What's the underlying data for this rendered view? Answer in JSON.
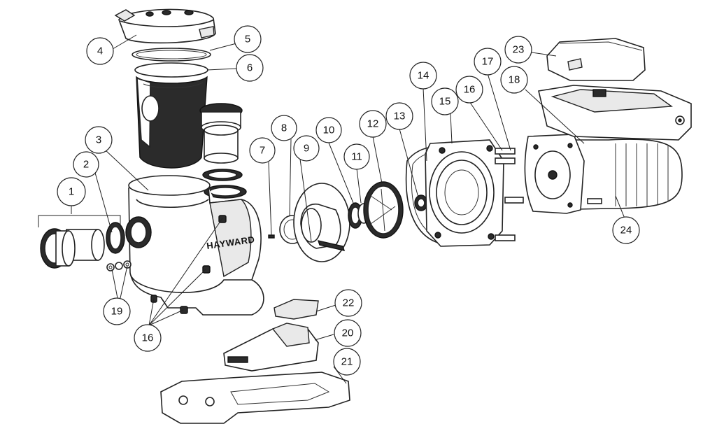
{
  "brand_text": "HAYWARD",
  "callouts": [
    {
      "id": "c1",
      "label": "1"
    },
    {
      "id": "c2",
      "label": "2"
    },
    {
      "id": "c3",
      "label": "3"
    },
    {
      "id": "c4",
      "label": "4"
    },
    {
      "id": "c5",
      "label": "5"
    },
    {
      "id": "c6",
      "label": "6"
    },
    {
      "id": "c7",
      "label": "7"
    },
    {
      "id": "c8",
      "label": "8"
    },
    {
      "id": "c9",
      "label": "9"
    },
    {
      "id": "c10",
      "label": "10"
    },
    {
      "id": "c11",
      "label": "11"
    },
    {
      "id": "c12",
      "label": "12"
    },
    {
      "id": "c13",
      "label": "13"
    },
    {
      "id": "c14",
      "label": "14"
    },
    {
      "id": "c15",
      "label": "15"
    },
    {
      "id": "c16a",
      "label": "16"
    },
    {
      "id": "c16b",
      "label": "16"
    },
    {
      "id": "c17",
      "label": "17"
    },
    {
      "id": "c18",
      "label": "18"
    },
    {
      "id": "c19",
      "label": "19"
    },
    {
      "id": "c20",
      "label": "20"
    },
    {
      "id": "c21",
      "label": "21"
    },
    {
      "id": "c22",
      "label": "22"
    },
    {
      "id": "c23",
      "label": "23"
    },
    {
      "id": "c24",
      "label": "24"
    }
  ]
}
